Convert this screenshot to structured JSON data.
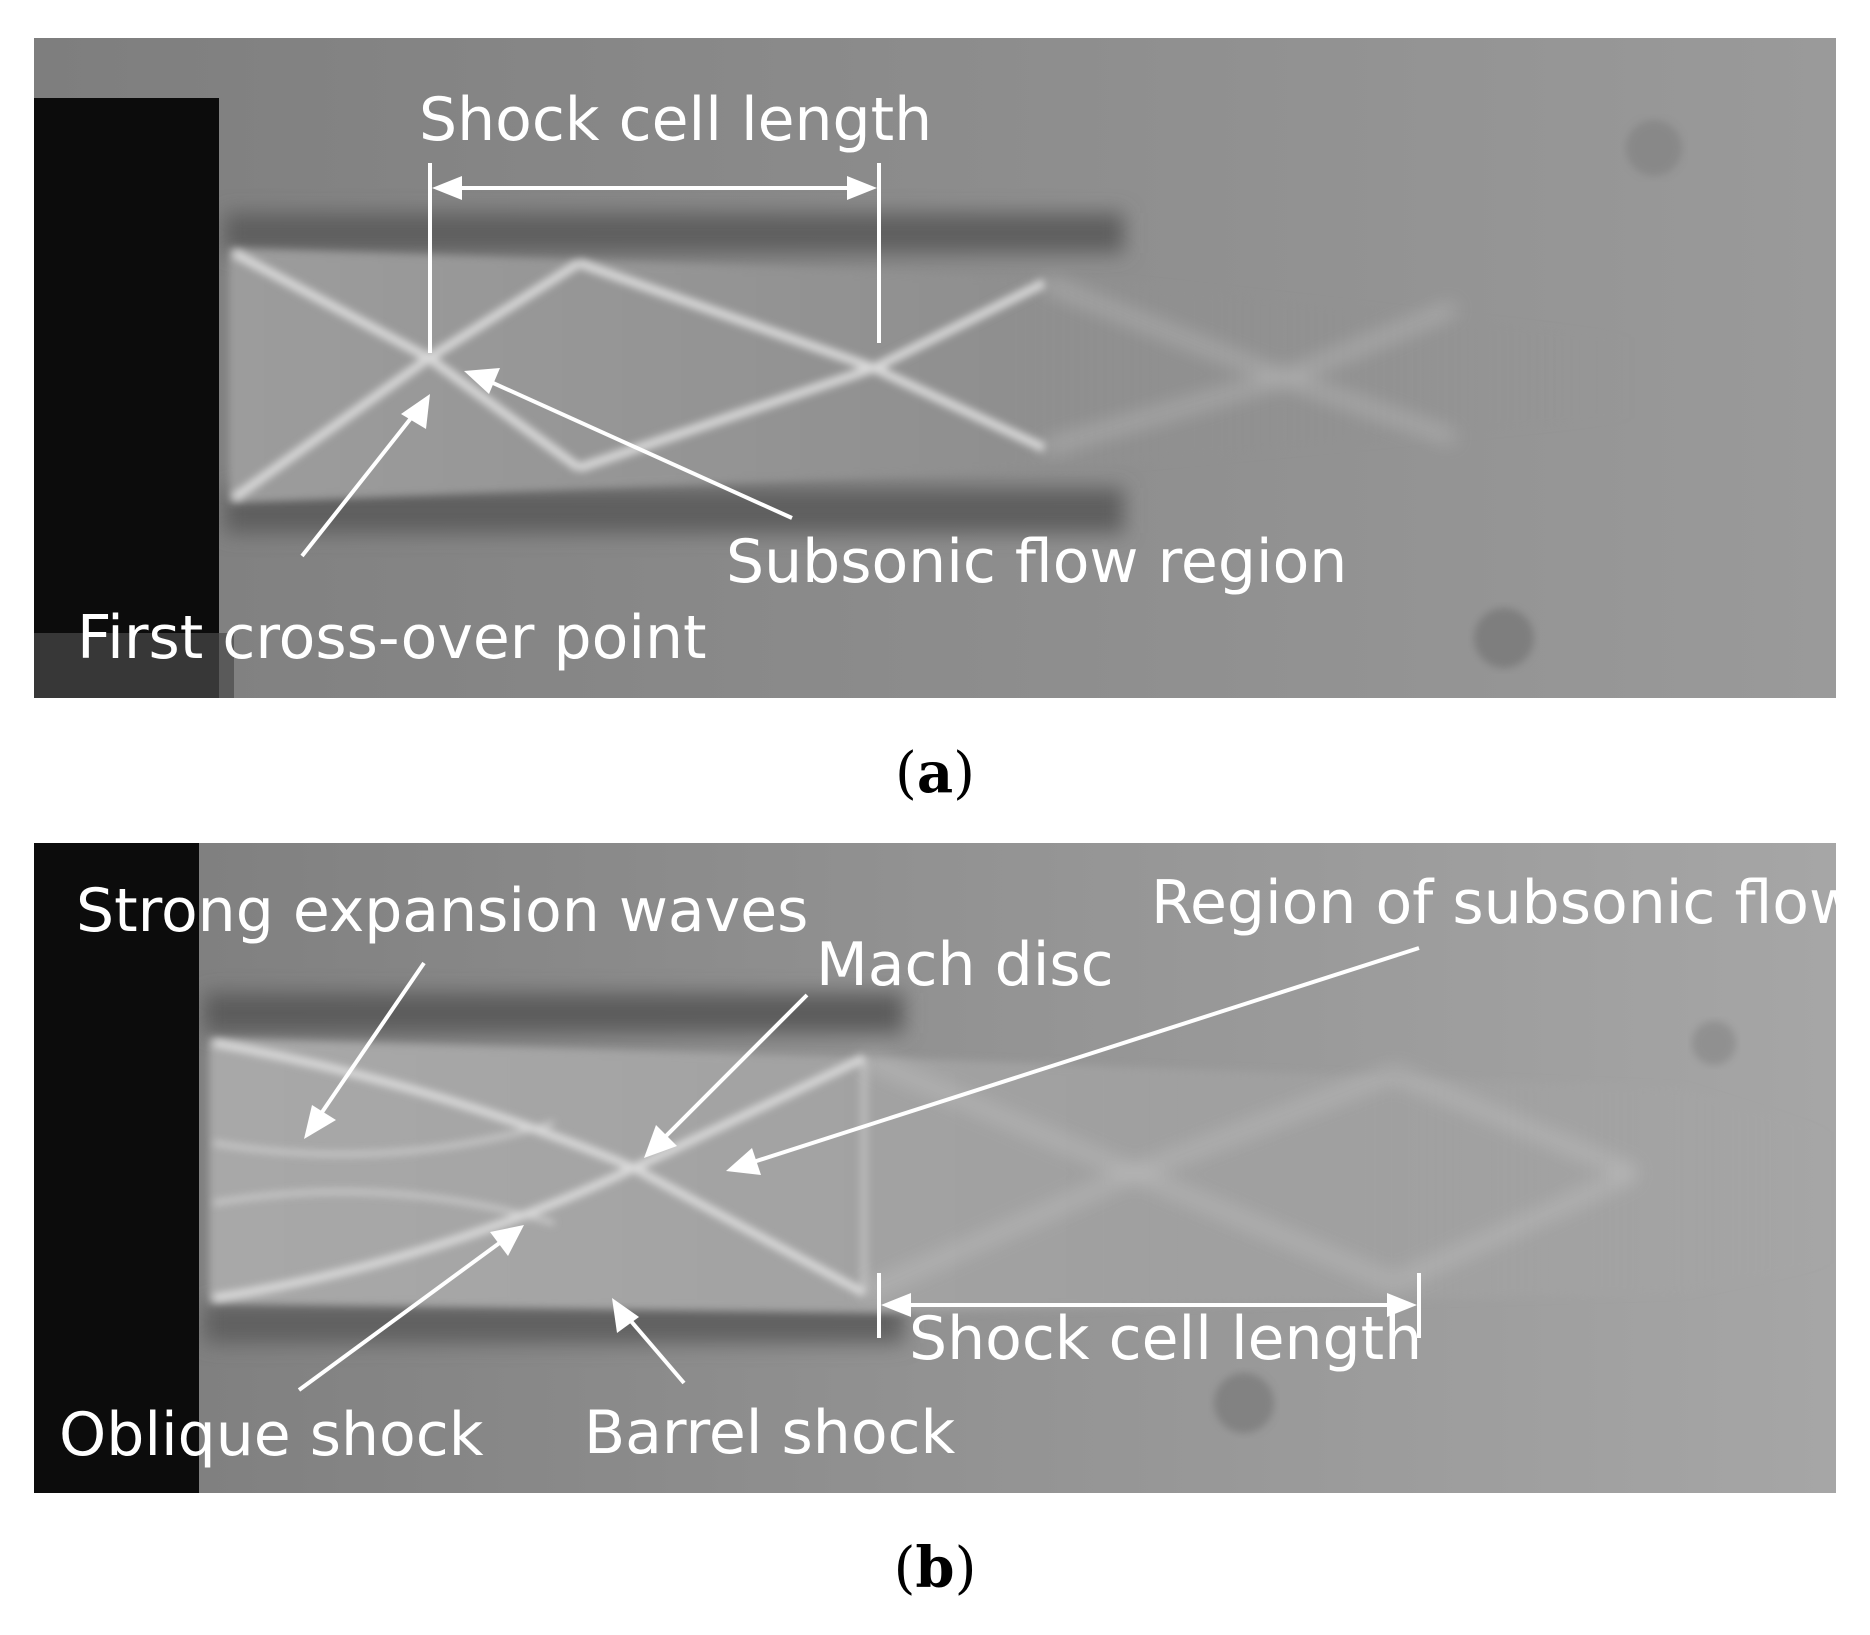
{
  "panel_a": {
    "caption_letter": "a",
    "labels": {
      "shock_cell_length": "Shock cell length",
      "subsonic_flow_region": "Subsonic flow region",
      "first_crossover_point": "First cross-over point"
    }
  },
  "panel_b": {
    "caption_letter": "b",
    "labels": {
      "strong_expansion_waves": "Strong expansion waves",
      "mach_disc": "Mach disc",
      "region_of_subsonic_flow": "Region of subsonic flow",
      "shock_cell_length": "Shock cell length",
      "oblique_shock": "Oblique shock",
      "barrel_shock": "Barrel shock"
    }
  },
  "colors": {
    "background_gray": "#8a8a8a",
    "nozzle_black": "#0c0c0c",
    "annotation_white": "#ffffff"
  }
}
